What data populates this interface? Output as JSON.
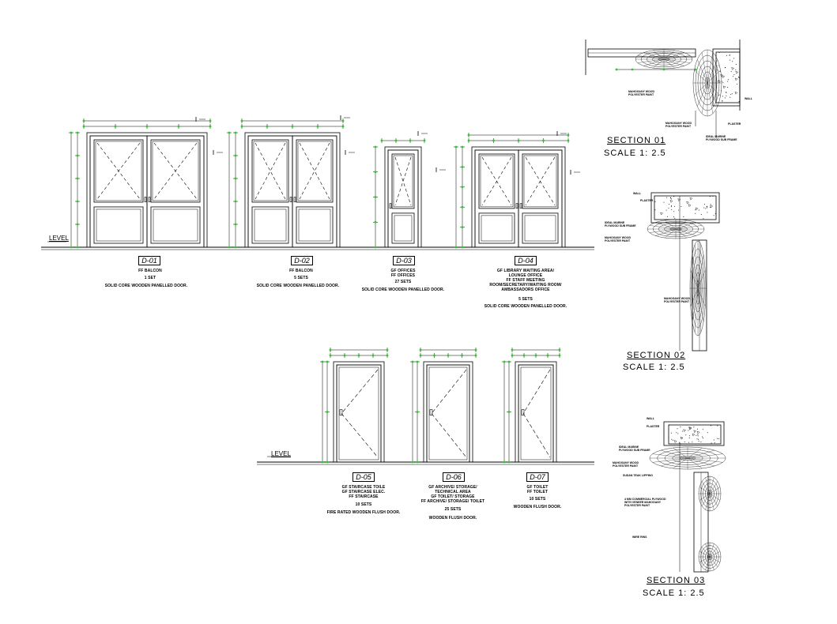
{
  "level_label": "LEVEL",
  "doors": [
    {
      "tag": "D-01",
      "location": "FF BALCON",
      "count": "1 SET",
      "spec": "SOLID CORE WOODEN PANELLED DOOR."
    },
    {
      "tag": "D-02",
      "location": "FF BALCON",
      "count": "5 SETS",
      "spec": "SOLID CORE WOODEN PANELLED DOOR."
    },
    {
      "tag": "D-03",
      "location": "GF OFFICES\nFF OFFICES",
      "count": "27 SETS",
      "spec": "SOLID CORE WOODEN PANELLED DOOR."
    },
    {
      "tag": "D-04",
      "location": "GF LIBRARY WAITING AREA/\nLOUNGE OFFICE\nFF STAFF MEETING\nROOM/SECRETARY/WAITING ROOM/\nAMBASSADORS OFFICE",
      "count": "5 SETS",
      "spec": "SOLID CORE WOODEN PANELLED DOOR."
    },
    {
      "tag": "D-05",
      "location": "GF STAIRCASE TOILE\nGF STAIRCASE ELEC.\nFF STAIRCASE",
      "count": "10 SETS",
      "spec": "FIRE RATED WOODEN FLUSH DOOR."
    },
    {
      "tag": "D-06",
      "location": "GF ARCHIVE/ STORAGE/\nTECHNICAL AREA\nGF TOILET/ STORAGE\nFF ARCHIVE/ STORAGE/ TOILET",
      "count": "25 SETS",
      "spec": "WOODEN FLUSH DOOR."
    },
    {
      "tag": "D-07",
      "location": "GF TOILET\nFF TOILET",
      "count": "10 SETS",
      "spec": "WOODEN FLUSH DOOR."
    }
  ],
  "sections": [
    {
      "title": "SECTION 01",
      "scale": "SCALE 1: 2.5"
    },
    {
      "title": "SECTION 02",
      "scale": "SCALE 1: 2.5"
    },
    {
      "title": "SECTION 03",
      "scale": "SCALE 1: 2.5"
    }
  ],
  "section_notes": {
    "s1_a": "MAHOGANY WOOD\nPOLYESTER PAINT",
    "s1_b": "MAHOGANY WOOD\nPOLYESTER PAINT",
    "s1_c": "IDEAL MARINE\nPLYWOOD SUB FRAME",
    "s1_wall": "WALL",
    "s1_plaster": "PLASTER",
    "s2_wall": "WALL",
    "s2_plaster": "PLASTER",
    "s2_a": "IDEAL MARINE\nPLYWOOD SUB FRAME",
    "s2_b": "MAHOGANY WOOD\nPOLYESTER PAINT",
    "s2_c": "MAHOGANY WOOD\nPOLYESTER PAINT",
    "s3_wall": "WALL",
    "s3_plaster": "PLASTER",
    "s3_a": "IDEAL MARINE\nPLYWOOD SUB FRAME",
    "s3_b": "MAHOGANY WOOD\nPOLYESTER PAINT",
    "s3_c": "SUDAN TEAK LIPPING",
    "s3_d": "4 MM COMMERCIAL PLYWOOD\nWITH VENEER MAHOGANY\nPOLYESTER PAINT",
    "s3_e": "WIRE RINS"
  },
  "accent_colors": {
    "dimension": "#22cc22",
    "line": "#000000"
  }
}
